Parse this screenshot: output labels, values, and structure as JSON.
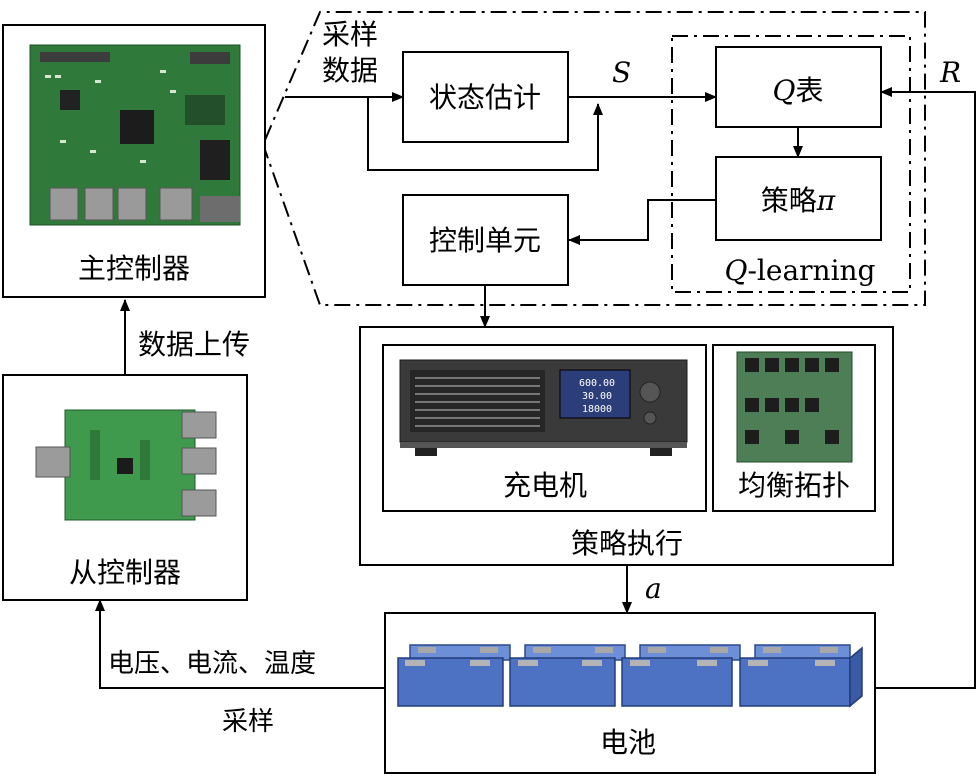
{
  "main_controller": {
    "label": "主控制器"
  },
  "slave_controller": {
    "label": "从控制器"
  },
  "upload": {
    "label": "数据上传"
  },
  "sampling_data": {
    "line1": "采样",
    "line2": "数据"
  },
  "state_estimation": {
    "label": "状态估计"
  },
  "state_symbol": "S",
  "reward_symbol": "R",
  "action_symbol": "a",
  "q_table": {
    "symbol": "Q",
    "suffix": "表"
  },
  "policy": {
    "label": "策略",
    "symbol": "π"
  },
  "q_learning": {
    "symbol": "Q",
    "suffix": "-learning"
  },
  "control_unit": {
    "label": "控制单元"
  },
  "charger": {
    "label": "充电机",
    "readouts": [
      "600.00",
      "30.00",
      "18000"
    ]
  },
  "balancing": {
    "label": "均衡拓扑"
  },
  "strategy_exec": {
    "label": "策略执行"
  },
  "battery": {
    "label": "电池"
  },
  "measurement": {
    "line1": "电压、电流、温度",
    "line2": "采样"
  },
  "colors": {
    "pcb_green": "#2f7a3a",
    "battery_blue": "#4d72c4",
    "line": "#000000"
  }
}
